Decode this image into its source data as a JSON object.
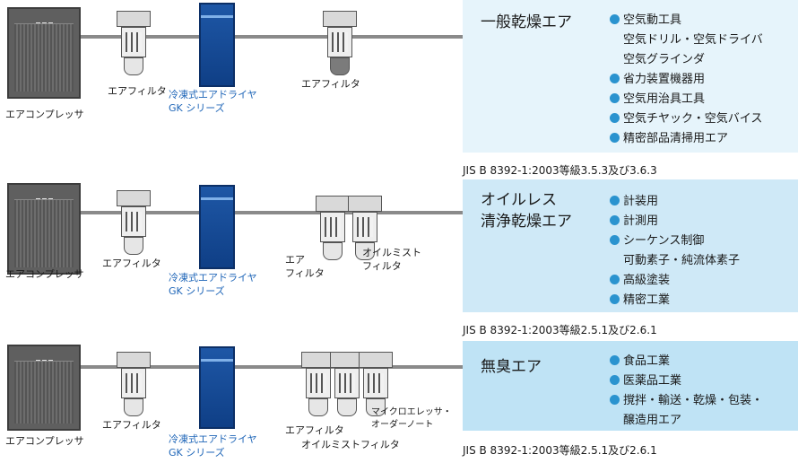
{
  "colors": {
    "panel1": "#e6f4fb",
    "panel2": "#cfe9f7",
    "panel3": "#bfe3f5",
    "bullet": "#2a93cf",
    "dryer": "#1e57a6",
    "accent_text": "#1f66b8"
  },
  "rows": [
    {
      "compressor_label": "エアコンプレッサ",
      "filter_label": "エアフィルタ",
      "dryer_label_1": "冷凍式エアドライヤ",
      "dryer_label_2": "GK シリーズ",
      "extra_label_1": "エアフィルタ",
      "extra_label_2": "",
      "extra_label_3": "",
      "extra_label_4": "",
      "panel_title_1": "一般乾燥エア",
      "panel_title_2": "",
      "items": [
        {
          "text": "空気動工具",
          "bullet": true
        },
        {
          "text": "空気ドリル・空気ドライバ",
          "bullet": false
        },
        {
          "text": "空気グラインダ",
          "bullet": false
        },
        {
          "text": "省力装置機器用",
          "bullet": true
        },
        {
          "text": "空気用治具工具",
          "bullet": true
        },
        {
          "text": "空気チヤック・空気バイス",
          "bullet": true
        },
        {
          "text": "精密部品清掃用エア",
          "bullet": true
        }
      ],
      "jis": "JIS B 8392-1:2003等級3.5.3及び3.6.3"
    },
    {
      "compressor_label": "エアコンプレッサ",
      "filter_label": "エアフィルタ",
      "dryer_label_1": "冷凍式エアドライヤ",
      "dryer_label_2": "GK シリーズ",
      "extra_label_1": "エア",
      "extra_label_2": "フィルタ",
      "extra_label_3": "オイルミスト",
      "extra_label_4": "フィルタ",
      "panel_title_1": "オイルレス",
      "panel_title_2": "清浄乾燥エア",
      "items": [
        {
          "text": "計装用",
          "bullet": true
        },
        {
          "text": "計測用",
          "bullet": true
        },
        {
          "text": "シーケンス制御",
          "bullet": true
        },
        {
          "text": "可動素子・純流体素子",
          "bullet": false
        },
        {
          "text": "高級塗装",
          "bullet": true
        },
        {
          "text": "精密工業",
          "bullet": true
        }
      ],
      "jis": "JIS B 8392-1:2003等級2.5.1及び2.6.1"
    },
    {
      "compressor_label": "エアコンプレッサ",
      "filter_label": "エアフィルタ",
      "dryer_label_1": "冷凍式エアドライヤ",
      "dryer_label_2": "GK シリーズ",
      "extra_label_1": "エアフィルタ",
      "extra_label_2": "オイルミストフィルタ",
      "extra_label_3": "マイクロエレッサ・",
      "extra_label_4": "オーダーノート",
      "panel_title_1": "無臭エア",
      "panel_title_2": "",
      "items": [
        {
          "text": "食品工業",
          "bullet": true
        },
        {
          "text": "医薬品工業",
          "bullet": true
        },
        {
          "text": "撹拌・輸送・乾燥・包装・",
          "bullet": true
        },
        {
          "text": "醸造用エア",
          "bullet": false
        }
      ],
      "jis": "JIS B 8392-1:2003等級2.5.1及び2.6.1"
    }
  ]
}
